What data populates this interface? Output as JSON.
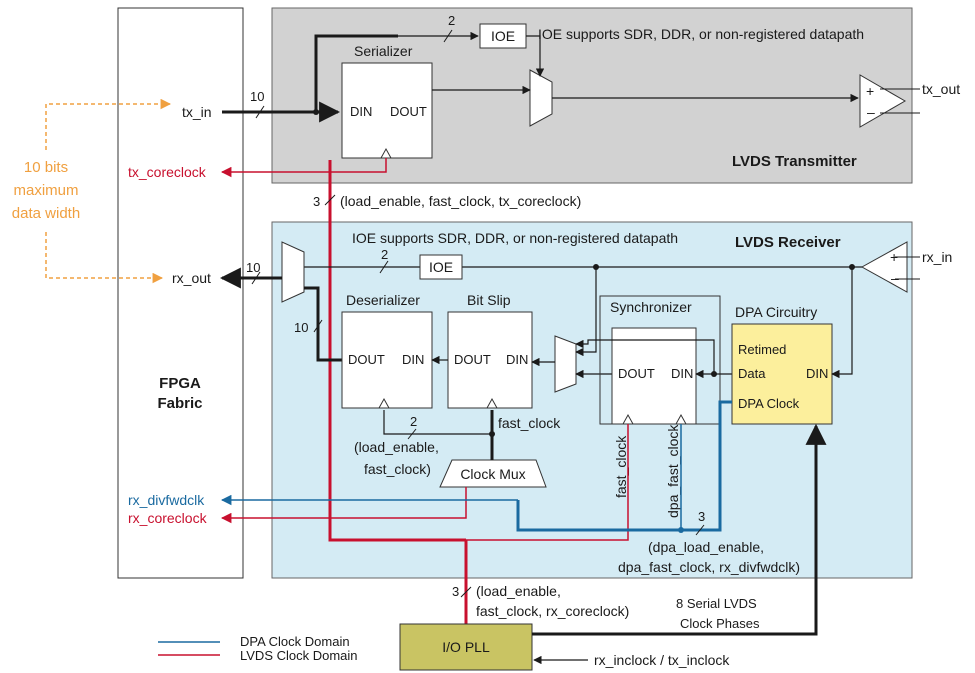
{
  "fabric": {
    "line1": "FPGA",
    "line2": "Fabric"
  },
  "transmitter": {
    "title": "LVDS Transmitter",
    "serializer": "Serializer",
    "din": "DIN",
    "dout": "DOUT",
    "ioe": "IOE",
    "ioe_note": "IOE supports SDR, DDR, or non-registered datapath",
    "tx_in": "tx_in",
    "tx_out": "tx_out",
    "tx_coreclock": "tx_coreclock",
    "bus_10": "10",
    "bus_2": "2",
    "bus_3": "3",
    "clk_bus_label": "(load_enable, fast_clock, tx_coreclock)"
  },
  "receiver": {
    "title": "LVDS Receiver",
    "ioe_note": "IOE supports SDR, DDR, or non-registered datapath",
    "ioe": "IOE",
    "rx_in": "rx_in",
    "rx_out": "rx_out",
    "bus_10a": "10",
    "bus_10b": "10",
    "bus_2": "2",
    "bus_2b": "2",
    "deserializer": "Deserializer",
    "bitslip": "Bit Slip",
    "synchronizer": "Synchronizer",
    "dpa": "DPA Circuitry",
    "dout": "DOUT",
    "din": "DIN",
    "retimed": "Retimed",
    "data": "Data",
    "dpa_clock": "DPA Clock",
    "fast_clock": "fast_clock",
    "fast_clock_v": "fast_clock",
    "dpa_fast_clock_v": "dpa_fast_clock",
    "clock_mux": "Clock Mux",
    "load_enable_l1": "(load_enable,",
    "load_enable_l2": "fast_clock)",
    "rx_divfwdclk": "rx_divfwdclk",
    "rx_coreclock": "rx_coreclock",
    "bus_3": "3",
    "dpa_bus_l1": "(dpa_load_enable,",
    "dpa_bus_l2": "dpa_fast_clock, rx_divfwdclk)"
  },
  "pll": {
    "label": "I/O PLL",
    "bus_3": "3",
    "bus_l1": "(load_enable,",
    "bus_l2": "fast_clock, rx_coreclock)",
    "phases_l1": "8 Serial LVDS",
    "phases_l2": "Clock Phases",
    "inclock": "rx_inclock / tx_inclock"
  },
  "data_width": {
    "l1": "10 bits",
    "l2": "maximum",
    "l3": "data width"
  },
  "legend": [
    {
      "label": "DPA Clock Domain",
      "color": "#1a6aa0"
    },
    {
      "label": "LVDS Clock Domain",
      "color": "#c8102e"
    }
  ],
  "colors": {
    "tx_bg": "#d2d2d2",
    "rx_bg": "#d4ebf4",
    "dpa_bg": "#fcef9c",
    "pll_bg": "#c9c463",
    "lvds_clock": "#c8102e",
    "dpa_clock": "#1a6aa0",
    "annotation": "#f0a040"
  }
}
